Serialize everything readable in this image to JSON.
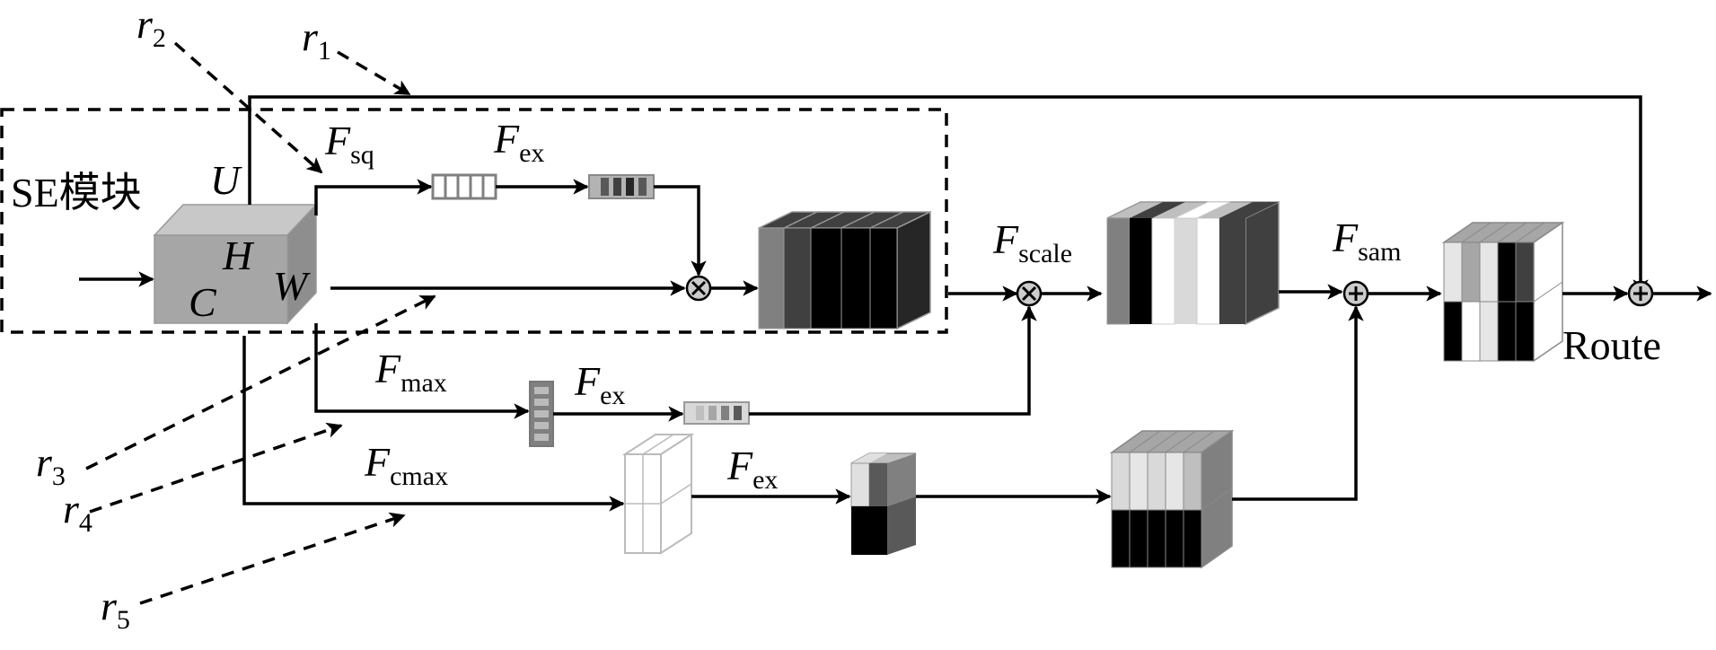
{
  "module_label": "SE模块",
  "dims": {
    "u": "U",
    "h": "H",
    "c": "C",
    "w": "W"
  },
  "functions": {
    "f": "F",
    "sq": "sq",
    "ex1": "ex",
    "max": "max",
    "ex2": "ex",
    "cmax": "cmax",
    "ex3": "ex",
    "scale": "scale",
    "sam": "sam"
  },
  "paths": {
    "r": "r",
    "r1": "1",
    "r2": "2",
    "r3": "3",
    "r4": "4",
    "r5": "5"
  },
  "output_label": "Route",
  "colors": {
    "ink": "#000000",
    "cube": "#a6a6a6",
    "dark_gray": "#404040",
    "mid_gray": "#808080",
    "light_gray": "#d9d9d9"
  }
}
